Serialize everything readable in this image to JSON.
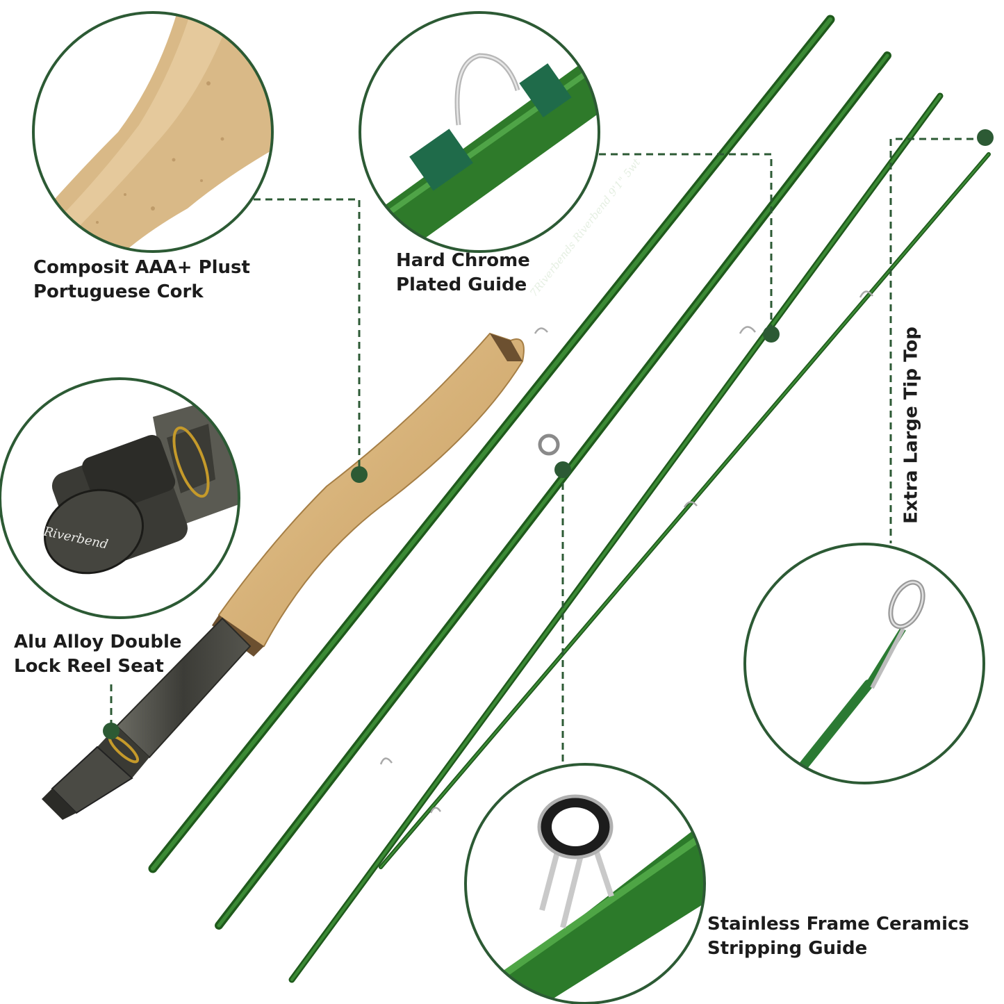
{
  "callouts": {
    "cork": {
      "line1": "Composit AAA+ Plust",
      "line2": "Portuguese Cork"
    },
    "chrome_guide": {
      "line1": "Hard Chrome",
      "line2": "Plated Guide"
    },
    "reel_seat": {
      "line1": "Alu Alloy Double",
      "line2": "Lock Reel Seat"
    },
    "stripping_guide": {
      "line1": "Stainless Frame Ceramics",
      "line2": "Stripping Guide"
    },
    "tip_top": {
      "text": "Extra Large Tip Top"
    }
  },
  "product_marks": {
    "brand_logo": "Riverbend",
    "blank_text": "7Riverbends Riverbend 9'1\" 5wt"
  },
  "colors": {
    "rod_green": "#2f7a2c",
    "rod_green_dark": "#1e5a1c",
    "callout_green": "#2c5a34",
    "cork": "#d8b57c",
    "reel_seat": "#4a4a44"
  },
  "icons": [
    "zoom-circle",
    "callout-dot"
  ]
}
